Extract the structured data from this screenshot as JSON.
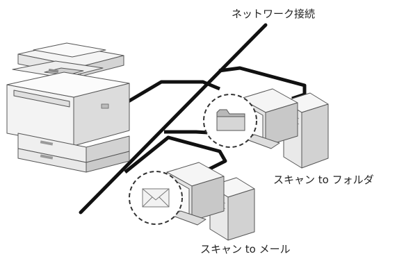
{
  "labels": {
    "network": "ネットワーク接続",
    "scan_to_folder": "スキャン to フォルダ",
    "scan_to_mail": "スキャン to メール"
  },
  "colors": {
    "line": "#111111",
    "device_light": "#f2f2f2",
    "device_mid": "#d9d9d9",
    "device_dark": "#9a9a9a",
    "outline": "#555555"
  },
  "icons": [
    "multifunction-printer-icon",
    "folder-icon",
    "envelope-icon",
    "computer-icon"
  ]
}
